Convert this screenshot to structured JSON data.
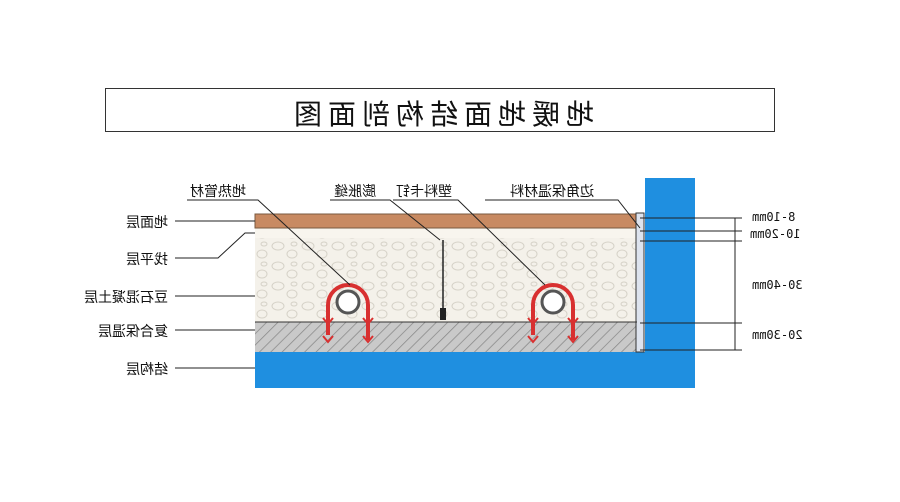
{
  "title": "地暖地面结构剖面图",
  "left_labels": [
    "地面层",
    "找平层",
    "豆石混凝土层",
    "复合保温层",
    "结构层"
  ],
  "top_labels": [
    "地热管材",
    "膨胀缝",
    "塑料卡钉",
    "边角保温材料"
  ],
  "dimensions": [
    "8-10mm",
    "10-20mm",
    "30-40mm",
    "20-30mm"
  ],
  "colors": {
    "floor": "#c88a62",
    "structure": "#1f8fe0",
    "arrow": "#d83030"
  }
}
